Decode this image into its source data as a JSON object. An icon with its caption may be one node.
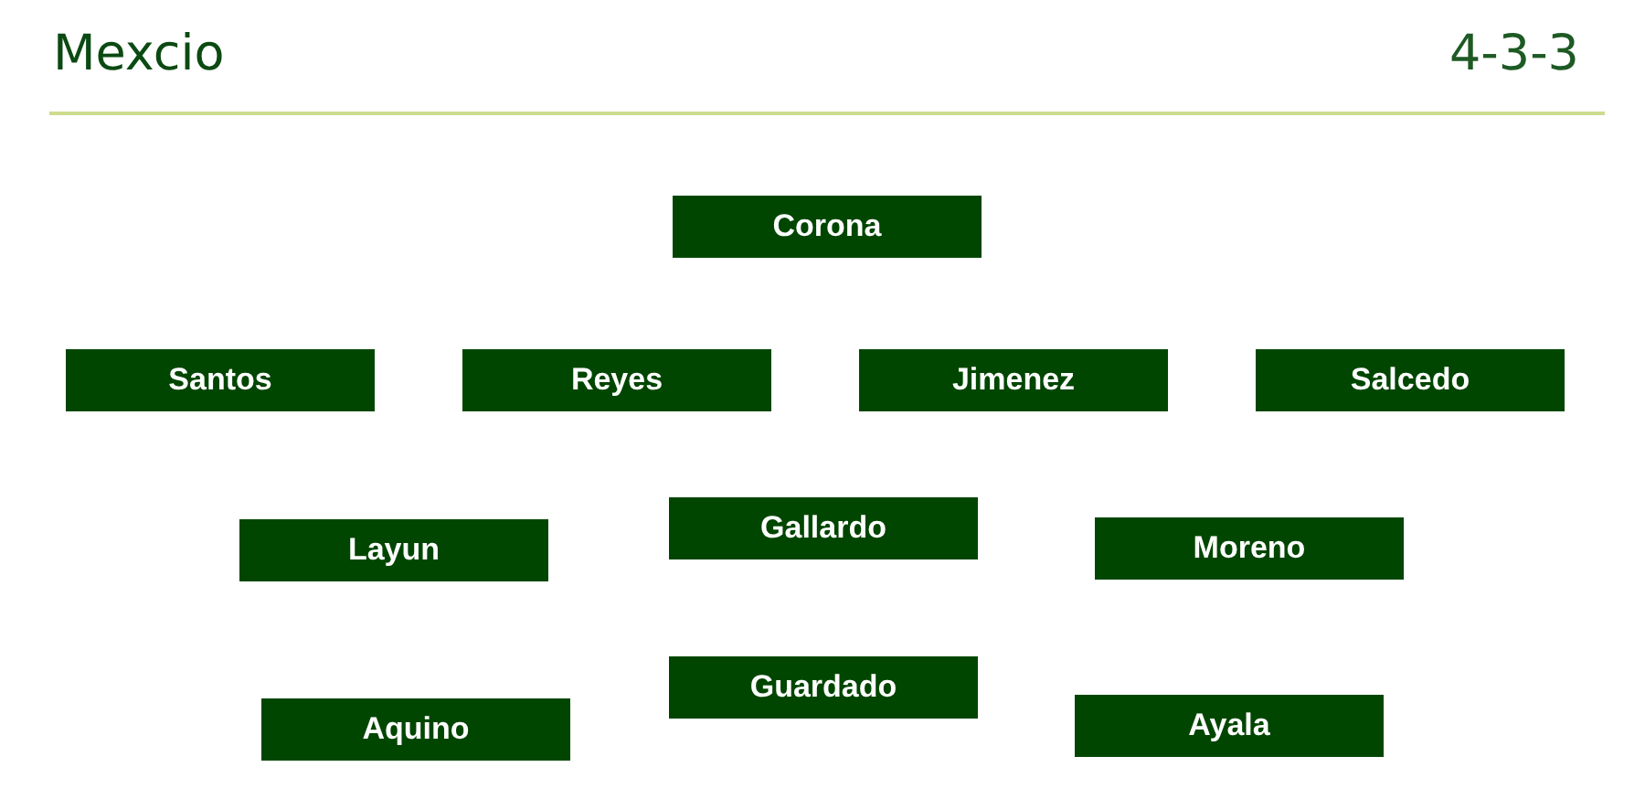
{
  "diagram": {
    "title": "Mexcio",
    "nodes": [
      {
        "text": [
          "Corona"
        ]
      },
      {
        "text": [
          "Santos"
        ]
      },
      {
        "text": [
          "Reyes"
        ]
      },
      {
        "text": [
          "Jimenez"
        ]
      },
      {
        "text": [
          "Salcedo"
        ]
      },
      {
        "text": [
          "Layun"
        ]
      },
      {
        "text": [
          "Gallardo"
        ]
      },
      {
        "text": [
          "Moreno"
        ]
      },
      {
        "text": [
          "Guardado"
        ]
      },
      {
        "text": [
          "Aquino"
        ]
      },
      {
        "text": [
          "Ayala"
        ]
      }
    ],
    "labels": [
      "4-3-3"
    ]
  }
}
